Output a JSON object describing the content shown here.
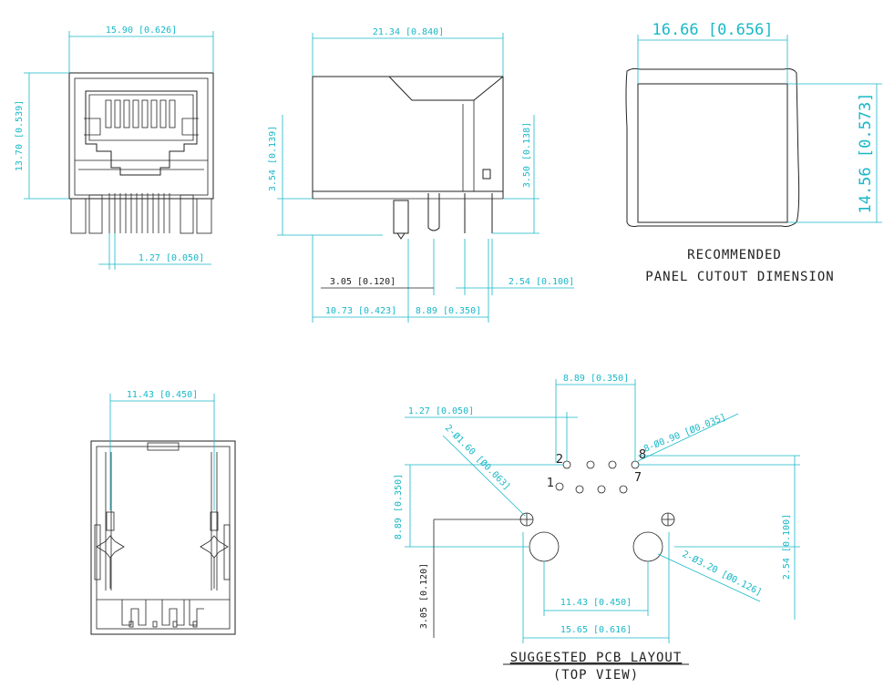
{
  "front_view": {
    "width_dim": "15.90 [0.626]",
    "height_dim": "13.70 [0.539]",
    "pin_pitch_dim": "1.27 [0.050]"
  },
  "side_view": {
    "length_dim": "21.34 [0.840]",
    "left_height_dim": "3.54 [0.139]",
    "right_height_dim": "3.50 [0.138]",
    "post_offset_dim": "3.05 [0.120]",
    "pin_pitch_dim": "2.54 [0.100]",
    "front_to_post_dim": "10.73 [0.423]",
    "post_to_pin_dim": "8.89 [0.350]"
  },
  "panel_cutout": {
    "width_dim": "16.66 [0.656]",
    "height_dim": "14.56 [0.573]",
    "caption_line1": "RECOMMENDED",
    "caption_line2": "PANEL CUTOUT DIMENSION"
  },
  "bottom_view": {
    "post_spacing_dim": "11.43 [0.450]"
  },
  "pcb_layout": {
    "row_span_dim": "8.89 [0.350]",
    "pin_pitch_dim": "1.27 [0.050]",
    "small_hole_dim": "8-Ø0.90 [Ø0.035]",
    "medium_hole_dim": "2-Ø1.60 [Ø0.063]",
    "large_hole_dim": "2-Ø3.20 [Ø0.126]",
    "left_height_dim": "8.89 [0.350]",
    "post_offset_dim": "3.05 [0.120]",
    "right_height_dim": "2.54 [0.100]",
    "post_spacing_dim": "11.43 [0.450]",
    "overall_width_dim": "15.65 [0.616]",
    "pin_labels": [
      "1",
      "2",
      "7",
      "8"
    ],
    "caption_line1": "SUGGESTED PCB LAYOUT",
    "caption_line2": "(TOP VIEW)"
  }
}
